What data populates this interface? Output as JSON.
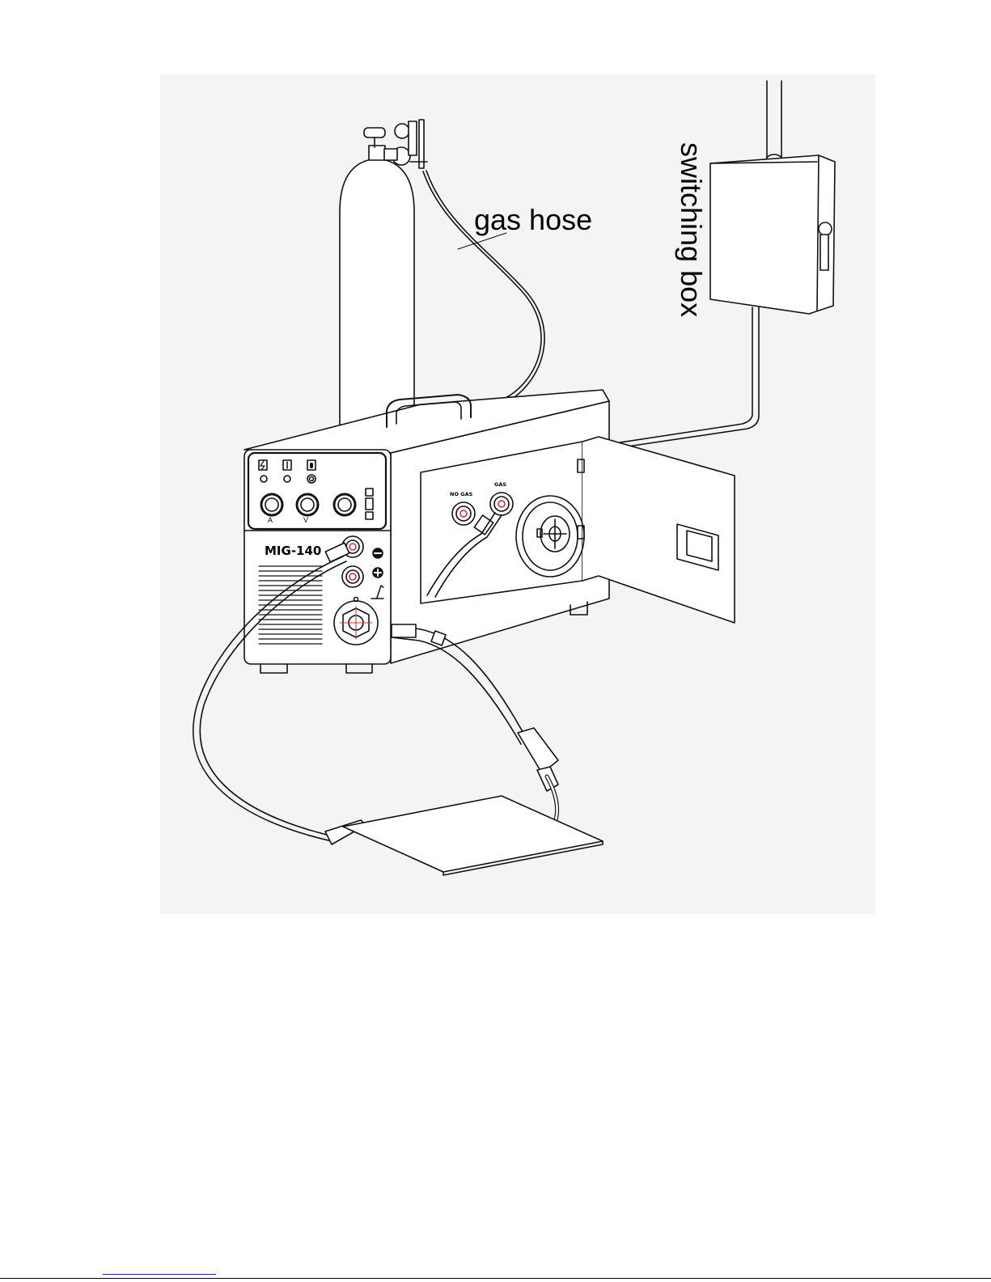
{
  "labels": {
    "gas_hose": "gas hose",
    "switching_box": "switching box",
    "model": "MIG-140",
    "no_gas": "NO GAS",
    "gas": "GAS",
    "amp_unit": "A",
    "volt_unit": "V"
  },
  "colors": {
    "background_panel": "#f4f4f4",
    "line": "#111111",
    "socket_accent": "#d23030",
    "link": "#1a1aff"
  },
  "icons": {
    "power_indicator": "lightning-icon",
    "thermal_indicator": "thermometer-icon",
    "gas_indicator": "bottle-icon",
    "negative_terminal": "minus-icon",
    "positive_terminal": "plus-icon",
    "torch_terminal": "torch-icon"
  }
}
